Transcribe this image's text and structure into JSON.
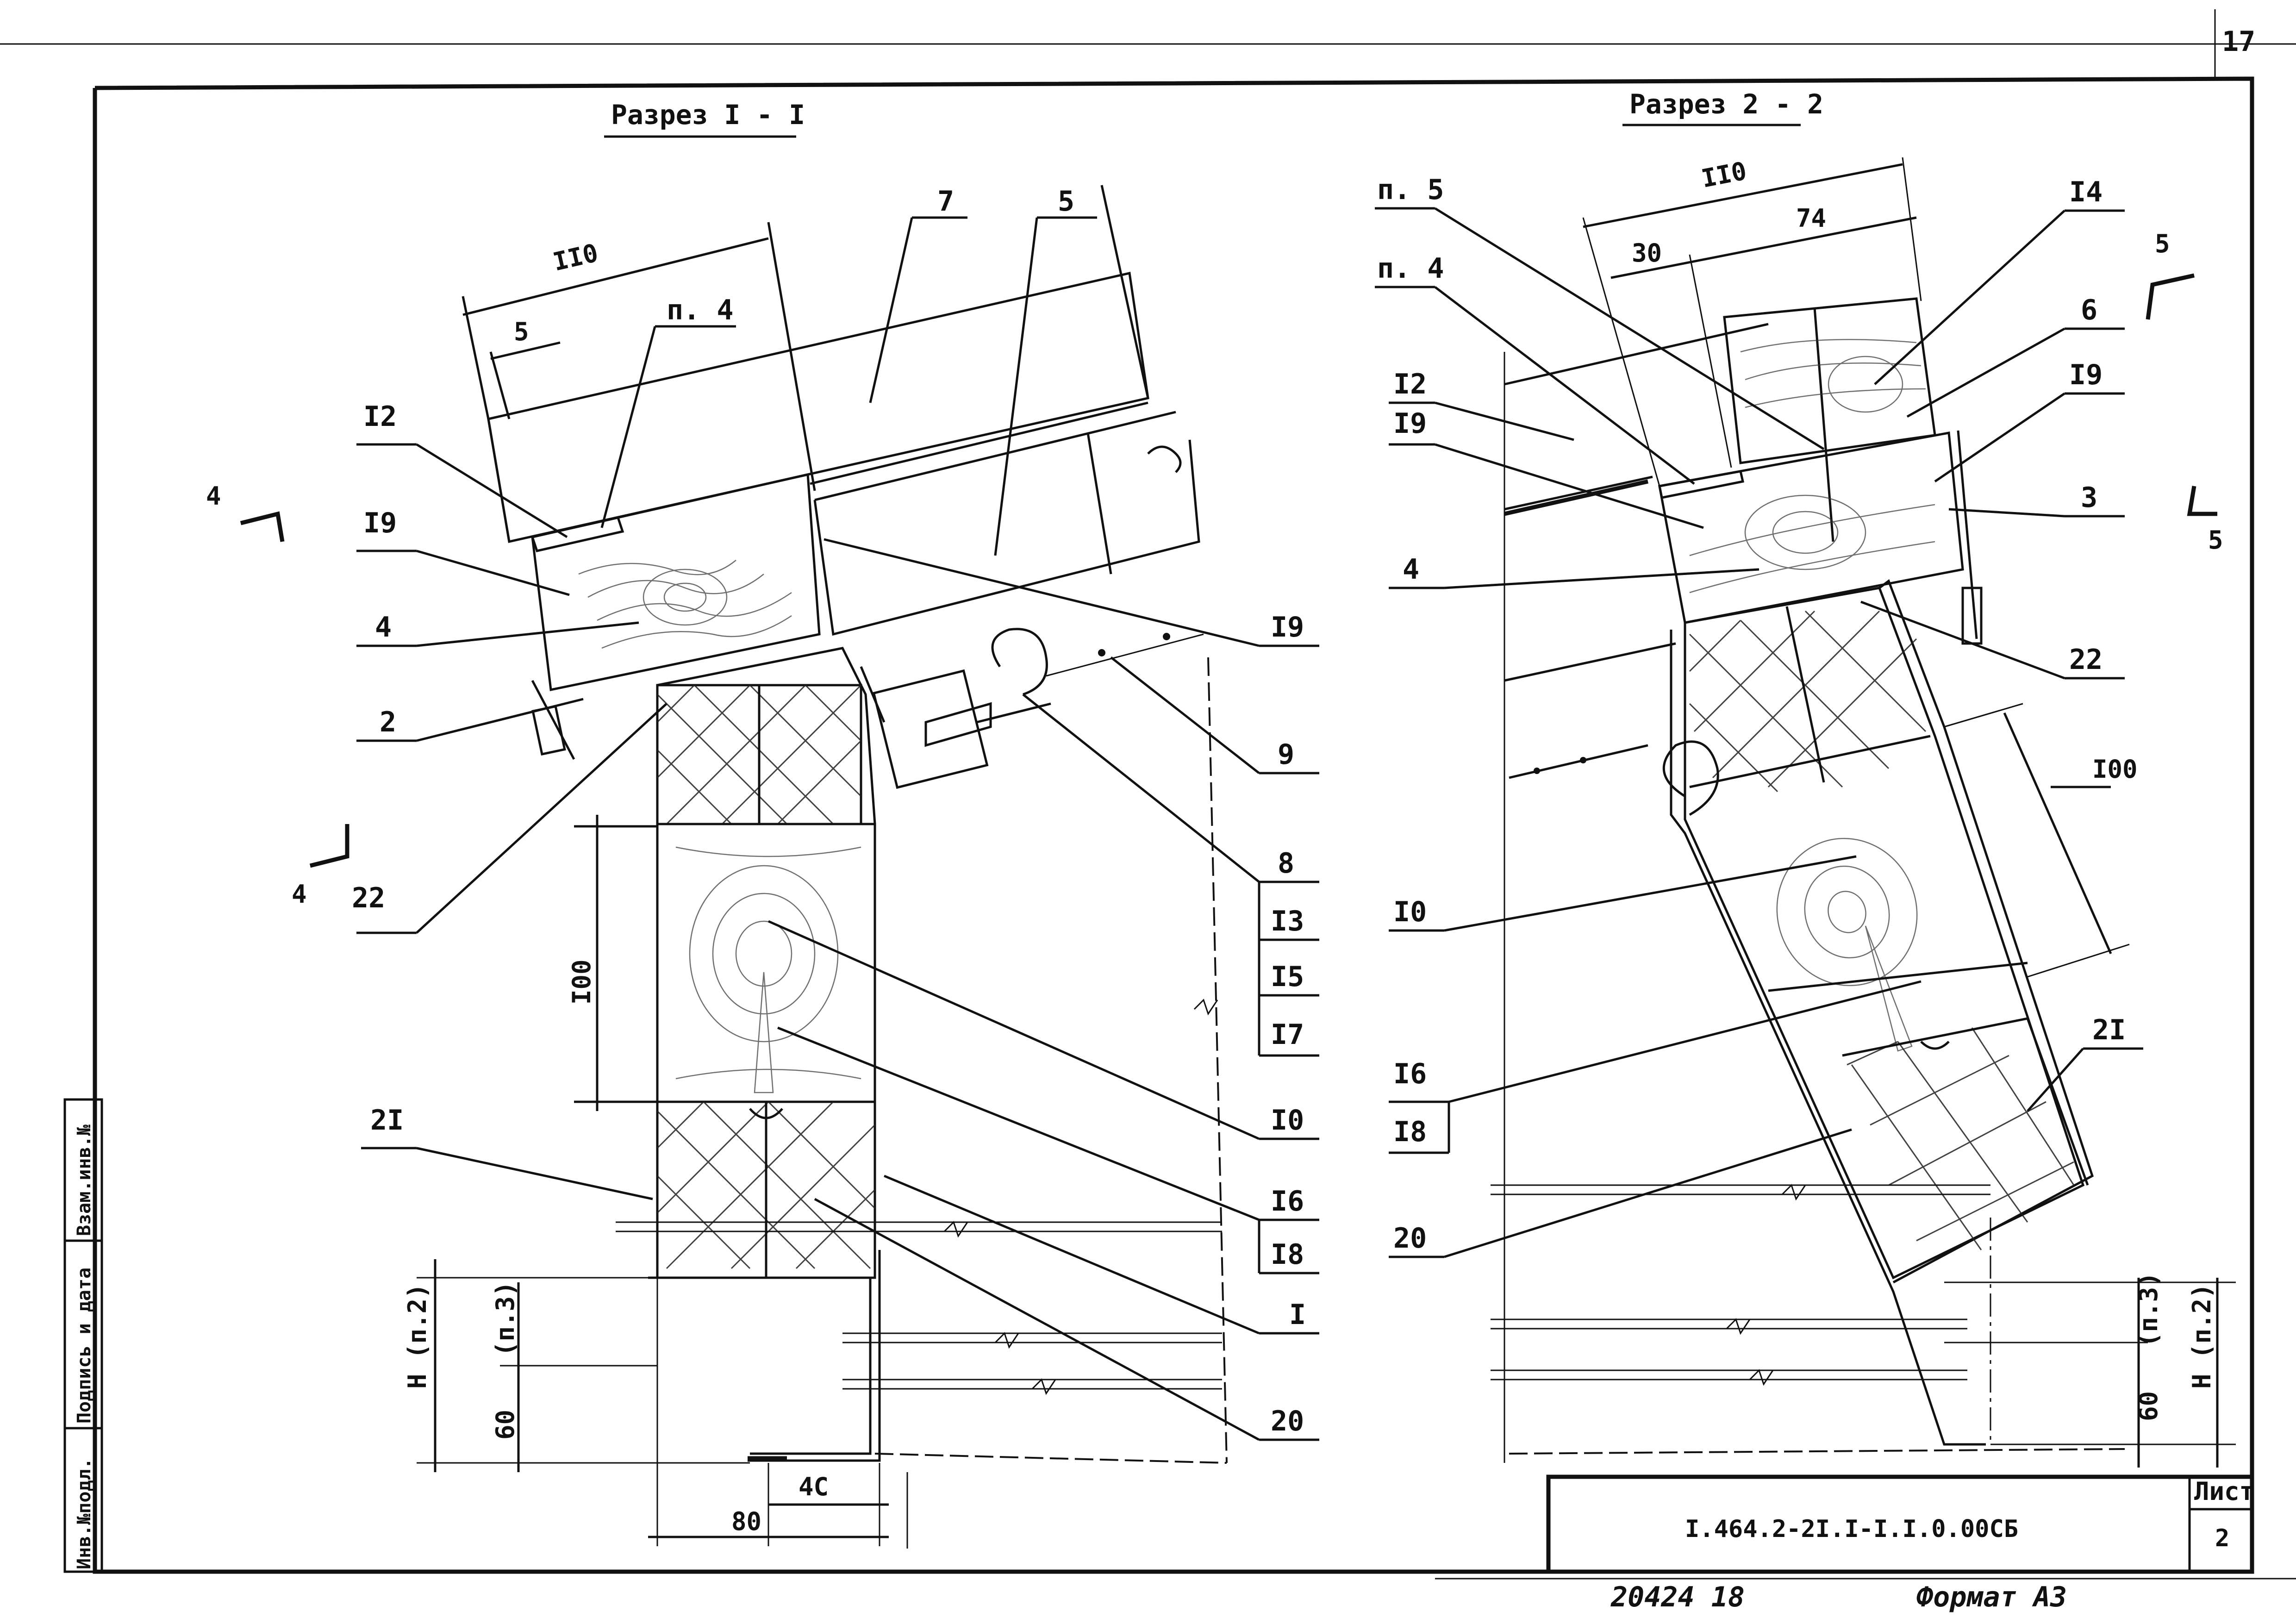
{
  "section_left": {
    "title": "Разрез I - I"
  },
  "section_right": {
    "title": "Разрез 2 - 2"
  },
  "left_labels": {
    "dim_110": "II0",
    "dim_5": "5",
    "note_p4": "п. 4",
    "l12": "I2",
    "l19": "I9",
    "l4": "4",
    "l2": "2",
    "l22": "22",
    "cut4_top": "4",
    "cut4_bot": "4",
    "l7": "7",
    "l5": "5",
    "r19": "I9",
    "r9": "9",
    "r8": "8",
    "r13": "I3",
    "r15": "I5",
    "r17": "I7",
    "dim_100": "I00",
    "r10": "I0",
    "r16": "I6",
    "r18": "I8",
    "l21": "2I",
    "r1": "I",
    "r20": "20",
    "dim_H": "H (п.2)",
    "dim_p3": "(п.3)",
    "dim_60": "60",
    "dim_40": "4C",
    "dim_80": "80"
  },
  "right_labels": {
    "dim_110": "II0",
    "dim_30": "30",
    "dim_74": "74",
    "note_p5": "п. 5",
    "note_p4": "п. 4",
    "l12": "I2",
    "l19": "I9",
    "l4": "4",
    "r14": "I4",
    "r6": "6",
    "r19": "I9",
    "r3": "3",
    "r22": "22",
    "cut5_top": "5",
    "cut5_bot": "5",
    "dim_100": "I00",
    "l10": "I0",
    "l16": "I6",
    "l18": "I8",
    "r21": "2I",
    "l20": "20",
    "dim_p3": "(п.3)",
    "dim_H": "H (п.2)",
    "dim_60": "60"
  },
  "sidebar": {
    "field1": "Взам.инв.№",
    "field2": "Подпись и дата",
    "field3": "Инв.№подл."
  },
  "title_block": {
    "designation": "I.464.2-2I.I-I.I.0.00СБ",
    "sheet_label": "Лист",
    "sheet_number": "2",
    "corner_number": "17"
  },
  "footer": {
    "archive": "20424 18",
    "format": "Формат А3"
  },
  "colors": {
    "ink": "#111111",
    "paper": "#ffffff"
  }
}
